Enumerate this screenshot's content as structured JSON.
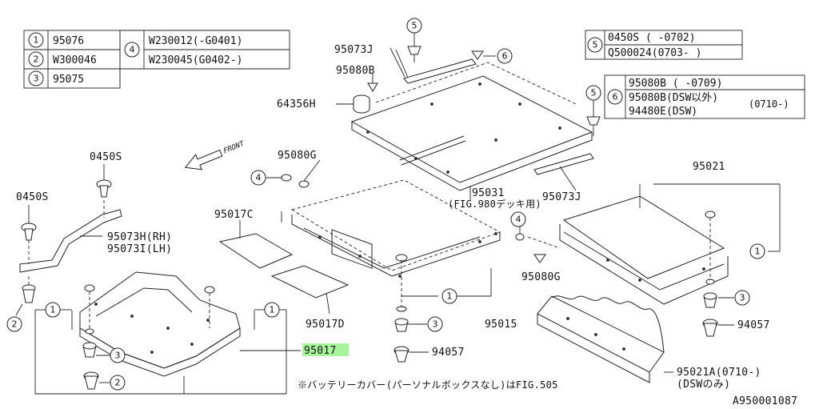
{
  "legend_left": {
    "rows": [
      {
        "n": "1",
        "part": "95076"
      },
      {
        "n": "2",
        "part": "W300046"
      },
      {
        "n": "3",
        "part": "95075"
      }
    ],
    "group_n": "4",
    "group_parts": [
      "W230012(-G0401)",
      "W230045(G0402-)"
    ]
  },
  "legend_top_right": {
    "n": "5",
    "parts": [
      "0450S  (  -0702)",
      "Q500024(0703-  )"
    ]
  },
  "legend_right": {
    "n": "6",
    "row1": "95080B (  -0709)",
    "row2": "95080B(DSW以外)",
    "row3": "94480E(DSW)",
    "range": "(0710-)"
  },
  "labels": {
    "l95073J_top": "95073J",
    "l95080B": "95080B",
    "l64356H": "64356H",
    "front": "FRONT",
    "l0450S_a": "0450S",
    "l0450S_b": "0450S",
    "l95080G_top": "95080G",
    "l95031": "95031",
    "l95031_fig": "(FIG.980デッキ用)",
    "l95073J_bottom": "95073J",
    "l95021": "95021",
    "l95017C": "95017C",
    "l95073H": "95073H(RH)",
    "l95073I": "95073I(LH)",
    "l95080G_mid": "95080G",
    "l95017D": "95017D",
    "l95015": "95015",
    "l95017": "95017",
    "l94057_mid": "94057",
    "l94057_right": "94057",
    "l95021A": "95021A(0710-)",
    "l95021A_note": "(DSWのみ)",
    "footnote": "※バッテリーカバー(パーソナルボックスなし)はFIG.505",
    "diagram_id": "A950001087"
  },
  "callouts": {
    "one": "1",
    "two": "2",
    "three": "3",
    "four": "4",
    "five": "5",
    "six": "6"
  },
  "colors": {
    "highlight": "#a6f59a",
    "ink": "#222222"
  }
}
